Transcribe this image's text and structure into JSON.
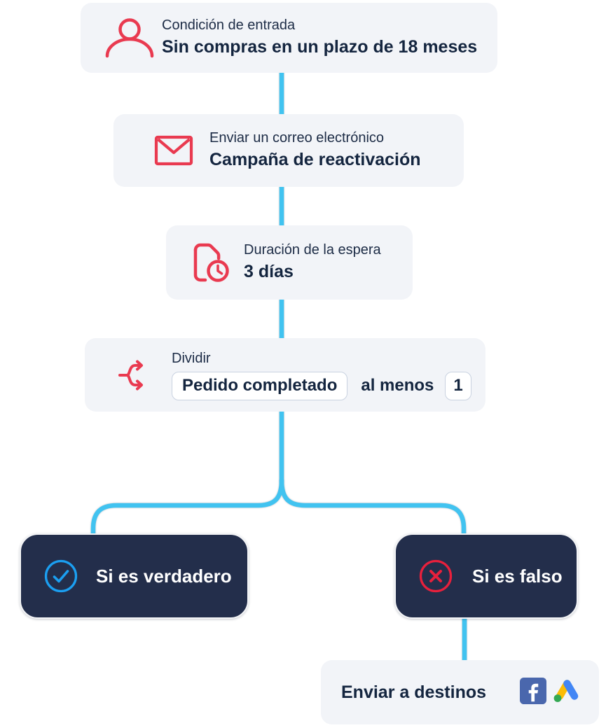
{
  "colors": {
    "accent_red": "#e93a50",
    "connector_cyan": "#41c3f0",
    "dark_node_bg": "#232e4b",
    "light_node_bg": "#f2f4f8",
    "text_navy": "#14253f",
    "check_blue": "#1b9ff1",
    "x_red": "#e8203c",
    "facebook_blue": "#4a67ad",
    "google_yellow": "#fbbc05",
    "google_blue": "#4286f5",
    "google_green": "#34a853"
  },
  "flow": {
    "entry": {
      "title": "Condición de entrada",
      "value": "Sin compras en un plazo de 18 meses",
      "icon": "person-icon"
    },
    "email": {
      "title": "Enviar un correo electrónico",
      "value": "Campaña de reactivación",
      "icon": "envelope-icon"
    },
    "wait": {
      "title": "Duración de la espera",
      "value": "3 días",
      "icon": "document-clock-icon"
    },
    "split": {
      "title": "Dividir",
      "event_chip": "Pedido completado",
      "condition_label": "al menos",
      "count_chip": "1",
      "icon": "split-arrows-icon"
    },
    "branch_true": {
      "label": "Si es verdadero",
      "icon": "check-circle-icon"
    },
    "branch_false": {
      "label": "Si es falso",
      "icon": "x-circle-icon"
    },
    "destinations": {
      "label": "Enviar a destinos",
      "icons": [
        "facebook-icon",
        "google-ads-icon"
      ]
    }
  }
}
